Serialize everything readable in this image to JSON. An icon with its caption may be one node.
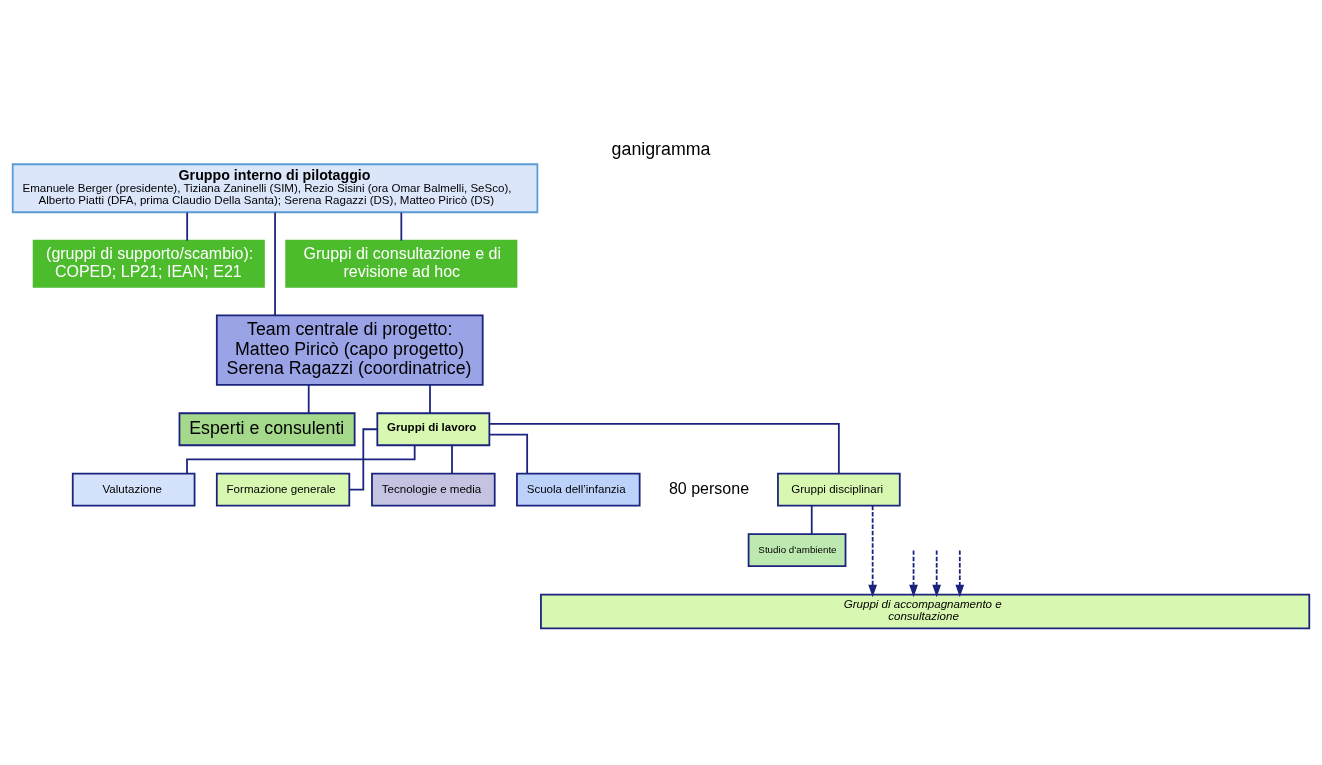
{
  "diagram": {
    "title": "ganigramma",
    "nodes": [
      {
        "text": [
          "Gruppo interno di pilotaggio",
          "Emanuele Berger (presidente), Tiziana Zaninelli (SIM), Rezio Sisini (ora Omar Balmelli, SeSco), Alberto Piatti (DFA, prima Claudio Della Santa); Serena Ragazzi (DS), Matteo Piricò (DS)"
        ]
      },
      {
        "text": [
          "(gruppi di supporto/scambio): COPED; LP21; IEAN; E21"
        ]
      },
      {
        "text": [
          "Gruppi di consultazione e di revisione ad hoc"
        ]
      },
      {
        "text": [
          "Team centrale di progetto: Matteo Piricò (capo progetto) Serena Ragazzi (coordinatrice)"
        ]
      },
      {
        "text": [
          "Esperti e consulenti"
        ]
      },
      {
        "text": [
          "Gruppi di lavoro"
        ]
      },
      {
        "text": [
          "Gruppi disciplinari"
        ]
      },
      {
        "text": [
          "Valutazione"
        ]
      },
      {
        "text": [
          "Formazione generale"
        ]
      },
      {
        "text": [
          "Tecnologie e media"
        ]
      },
      {
        "text": [
          "Scuola dell’infanzia"
        ]
      },
      {
        "text": [
          "Studio d’ambiente"
        ]
      },
      {
        "text": [
          "Gruppi di accompagnamento e consultazione"
        ]
      }
    ],
    "edges": [
      {
        "from": 0,
        "to": 1,
        "arrow": "none"
      },
      {
        "from": 0,
        "to": 2,
        "arrow": "none"
      },
      {
        "from": 0,
        "to": 3,
        "arrow": "none"
      },
      {
        "from": 4,
        "to": 3,
        "arrow": "none"
      },
      {
        "from": 3,
        "to": 5,
        "arrow": "none"
      },
      {
        "from": 5,
        "to": 6,
        "arrow": "none"
      },
      {
        "from": 5,
        "to": 7,
        "arrow": "none"
      },
      {
        "from": 5,
        "to": 8,
        "arrow": "none"
      },
      {
        "from": 5,
        "to": 9,
        "arrow": "none"
      },
      {
        "from": 5,
        "to": 10,
        "arrow": "none"
      },
      {
        "from": 6,
        "to": 11,
        "arrow": "none"
      },
      {
        "from": 6,
        "to": 12,
        "arrow": "to",
        "style": "dashed"
      },
      {
        "from": null,
        "to": 12,
        "arrow": "to",
        "style": "dashed"
      },
      {
        "from": null,
        "to": 12,
        "arrow": "to",
        "style": "dashed"
      },
      {
        "from": null,
        "to": 12,
        "arrow": "to",
        "style": "dashed"
      }
    ],
    "labels": [
      "80 persone"
    ]
  }
}
